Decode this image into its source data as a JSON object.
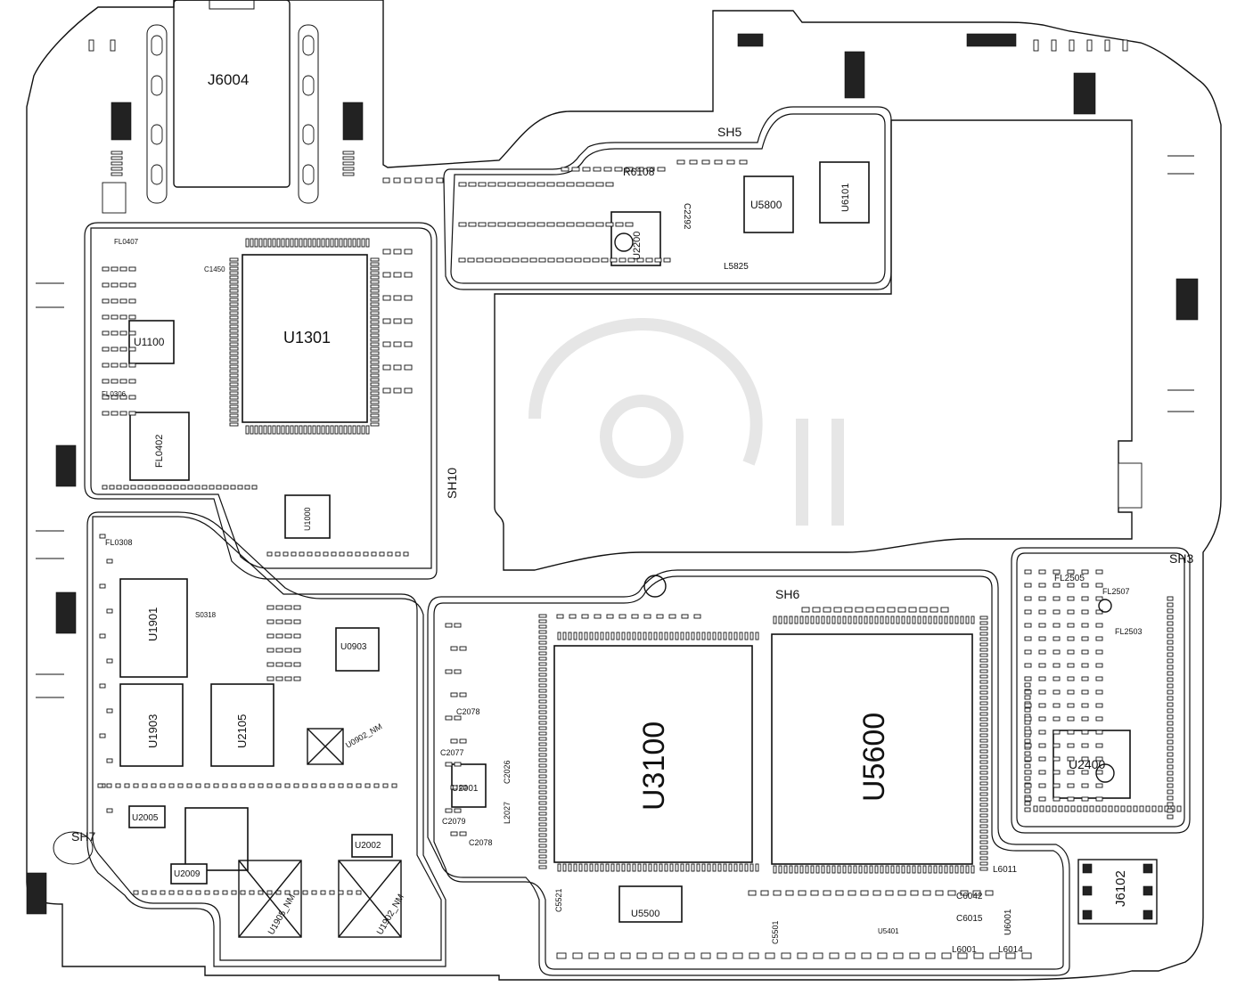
{
  "components": [
    {
      "id": "j6004",
      "label": "J6004",
      "size": 17
    },
    {
      "id": "j6102",
      "label": "J6102",
      "size": 15,
      "rotate": -90
    },
    {
      "id": "u1301",
      "label": "U1301",
      "size": 18
    },
    {
      "id": "u1100",
      "label": "U1100",
      "size": 12
    },
    {
      "id": "fl0402",
      "label": "FL0402",
      "size": 11,
      "rotate": -90
    },
    {
      "id": "u1000",
      "label": "U1000",
      "size": 9,
      "rotate": -90
    },
    {
      "id": "u1901",
      "label": "U1901",
      "size": 13,
      "rotate": -90
    },
    {
      "id": "u1903",
      "label": "U1903",
      "size": 13,
      "rotate": -90
    },
    {
      "id": "u2105",
      "label": "U2105",
      "size": 13,
      "rotate": -90
    },
    {
      "id": "u0903",
      "label": "U0903",
      "size": 10
    },
    {
      "id": "u0902-nm",
      "label": "U0902_NM",
      "size": 9,
      "rotate": -90
    },
    {
      "id": "u2005",
      "label": "U2005",
      "size": 10
    },
    {
      "id": "u2009",
      "label": "U2009",
      "size": 10
    },
    {
      "id": "u2002",
      "label": "U2002",
      "size": 10
    },
    {
      "id": "u1902-nm",
      "label": "U1902_NM",
      "size": 10,
      "rotate": -60
    },
    {
      "id": "u1905-nm",
      "label": "U1905_NM",
      "size": 10,
      "rotate": -60
    },
    {
      "id": "u2001",
      "label": "U2001",
      "size": 10
    },
    {
      "id": "c2078a",
      "label": "C2078",
      "size": 9
    },
    {
      "id": "c2077",
      "label": "C2077",
      "size": 9
    },
    {
      "id": "c2079",
      "label": "C2079",
      "size": 9
    },
    {
      "id": "c2078b",
      "label": "C2078",
      "size": 9
    },
    {
      "id": "c2026",
      "label": "C2026",
      "size": 9,
      "rotate": -90
    },
    {
      "id": "l2027",
      "label": "L2027",
      "size": 9,
      "rotate": -90
    },
    {
      "id": "u3100",
      "label": "U3100",
      "size": 34,
      "rotate": -90
    },
    {
      "id": "u5600",
      "label": "U5600",
      "size": 34,
      "rotate": -90
    },
    {
      "id": "u5500",
      "label": "U5500",
      "size": 11
    },
    {
      "id": "c5521",
      "label": "C5521",
      "size": 9,
      "rotate": -90
    },
    {
      "id": "c5501",
      "label": "C5501",
      "size": 9,
      "rotate": -90
    },
    {
      "id": "c6042",
      "label": "C6042",
      "size": 10
    },
    {
      "id": "c6015",
      "label": "C6015",
      "size": 10
    },
    {
      "id": "l6011",
      "label": "L6011",
      "size": 10
    },
    {
      "id": "u6001",
      "label": "U6001",
      "size": 10,
      "rotate": -90
    },
    {
      "id": "l6001",
      "label": "L6001",
      "size": 10
    },
    {
      "id": "l6014",
      "label": "L6014",
      "size": 10
    },
    {
      "id": "u5401",
      "label": "U5401",
      "size": 8
    },
    {
      "id": "u2400",
      "label": "U2400",
      "size": 14
    },
    {
      "id": "fl2505",
      "label": "FL2505",
      "size": 10
    },
    {
      "id": "fl2507",
      "label": "FL2507",
      "size": 9
    },
    {
      "id": "fl2503",
      "label": "FL2503",
      "size": 9
    },
    {
      "id": "r6108",
      "label": "R6108",
      "size": 12
    },
    {
      "id": "u5800",
      "label": "U5800",
      "size": 12
    },
    {
      "id": "u6101",
      "label": "U6101",
      "size": 11,
      "rotate": -90
    },
    {
      "id": "u2200",
      "label": "U2200",
      "size": 11,
      "rotate": -90
    },
    {
      "id": "c2292",
      "label": "C2292",
      "size": 10,
      "rotate": 90
    },
    {
      "id": "l5825",
      "label": "L5825",
      "size": 10
    },
    {
      "id": "fl0407",
      "label": "FL0407",
      "size": 8
    },
    {
      "id": "fl0306",
      "label": "FL0306",
      "size": 8
    },
    {
      "id": "fl0308",
      "label": "FL0308",
      "size": 9
    },
    {
      "id": "s0318",
      "label": "S0318",
      "size": 8
    },
    {
      "id": "c1450",
      "label": "C1450",
      "size": 8
    }
  ],
  "shields": [
    {
      "id": "sh3",
      "label": "SH3",
      "size": 14
    },
    {
      "id": "sh5",
      "label": "SH5",
      "size": 14
    },
    {
      "id": "sh6",
      "label": "SH6",
      "size": 14
    },
    {
      "id": "sh7",
      "label": "SH7",
      "size": 14
    },
    {
      "id": "sh10",
      "label": "SH10",
      "size": 14,
      "rotate": -90
    }
  ]
}
